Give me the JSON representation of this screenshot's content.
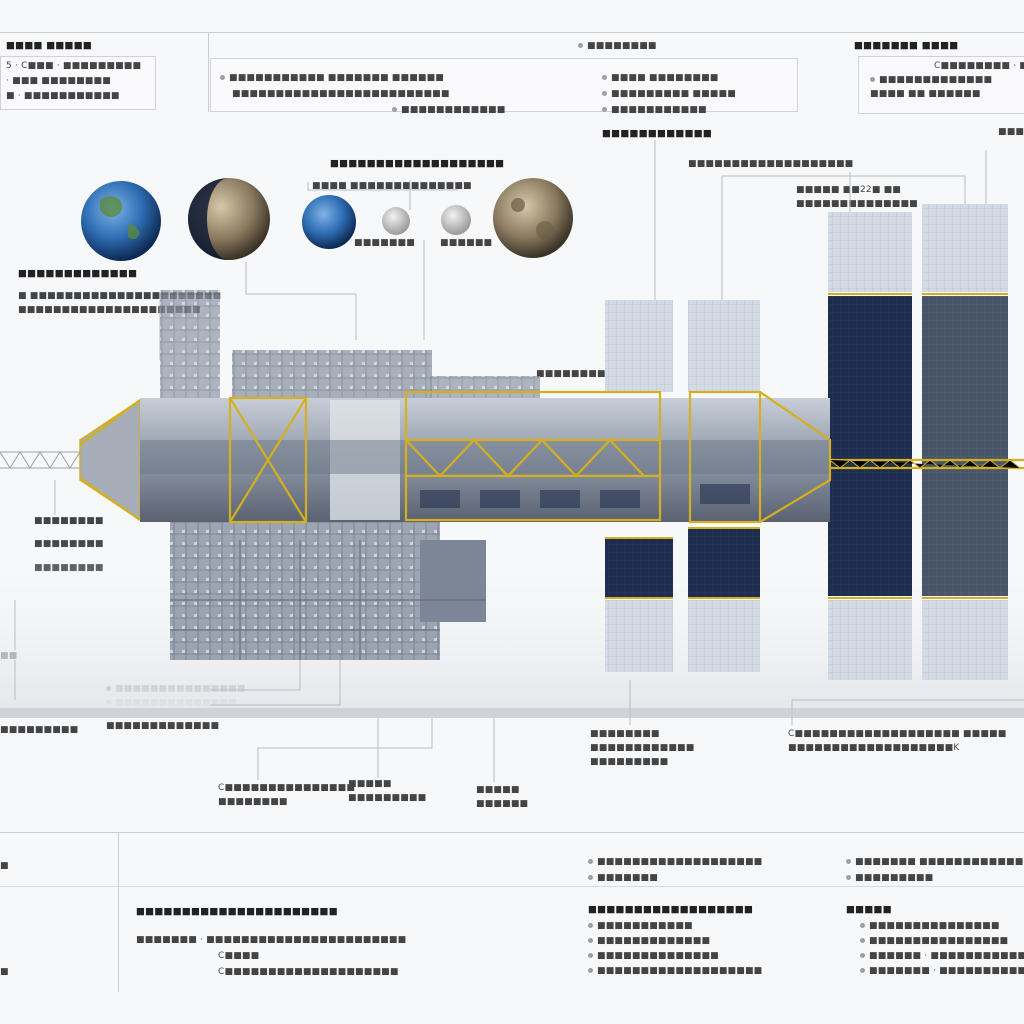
{
  "top_row": {
    "left_title": "■■■■ ■■■■■",
    "left_lines": [
      "5 · C■■■ · ■■■■■■■■■",
      "· ■■■ ■■■■■■■■",
      "■ · ■■■■■■■■■■■"
    ],
    "center_title": "■■■■■■■■",
    "center_lines": [
      "■■■■■■■■■■■ ■■■■■■■ ■■■■■■",
      "■■■■■■■■■■■■■■■■■■■■■■■■■",
      "■■■■■■■■■■■■"
    ],
    "center_right_lines": [
      "■■■■ ■■■■■■■■",
      "■■■■■■■■■ ■■■■■",
      "■■■■■■■■■■■"
    ],
    "right_title": "■■■■■■■ ■■■■",
    "right_lines": [
      "C■■■■■■■■ · ■■",
      "■■■■■■■■■■■■■",
      "■■■■ ■■ ■■■■■■"
    ],
    "far_right": "■■■"
  },
  "planets_header": "■■■■■■■■■■■■■■■■■■■",
  "planets_sub": "■■■■ ■■■■■■■■■■■■■■",
  "coin_label_1": "■■■■■■■",
  "coin_label_2": "■■■■■■",
  "solar_header_1": "■■■■■■■■■■■■",
  "solar_header_2": "■■■■■■■■■■■■■■■■■■■",
  "solar_value_1": "■■■■■ ■■22■ ■■",
  "solar_value_2": "■■■■■■■■■■■■■■",
  "left_module": {
    "title": "■■■■■■■■■■■■■",
    "lines": [
      "■ ■■■■■■■■■■■■■■■■■■■■■■",
      "■■■■■■■■■■■■■■■■■■■■■"
    ]
  },
  "truss_label": "■■■■■■■■",
  "left_side_labels": [
    "■■■■■■■■",
    "■■■■■■■■",
    "■■■■■■■■"
  ],
  "left_edge_label": "■■",
  "lower_left_legend": [
    "■■■■■■■■■■■■■■■",
    "■■■■■■■■■■■■■■",
    "■■■■■■■■■■■■■"
  ],
  "lower_far_left": "■■■■■■■■■",
  "bottom_callouts": [
    {
      "l1": "C■■■■■■■■■■■■■■■",
      "l2": "■■■■■■■■"
    },
    {
      "l1": "■■■■■",
      "l2": "■■■■■■■■■"
    },
    {
      "l1": "■■■■■",
      "l2": "■■■■■■"
    },
    {
      "l1": "■■■■■■■■",
      "l2": "■■■■■■■■■■■■",
      "l3": "■■■■■■■■■"
    },
    {
      "l1": "C■■■■■■■■■■■■■■■■■■■ ■■■■■",
      "l2": "■■■■■■■■■■■■■■■■■■■K"
    }
  ],
  "footer": {
    "left_title": "■■■■■■■■■■■■■■■■■■■■■■",
    "left_lines": [
      "■■■■■■■ · ■■■■■■■■■■■■■■■■■■■■■■■",
      "C■■■■",
      "C■■■■■■■■■■■■■■■■■■■■"
    ],
    "mid_lines_top": [
      "■■■■■■■■■■■■■■■■■■■",
      "■■■■■■■"
    ],
    "mid_title": "■■■■■■■■■■■■■■■■■■",
    "mid_lines": [
      "■■■■■■■■■■■",
      "■■■■■■■■■■■■■",
      "■■■■■■■■■■■■■■",
      "■■■■■■■■■■■■■■■■■■■"
    ],
    "right_lines_top": [
      "■■■■■■■ ■■■■■■■■■■■■■■■",
      "■■■■■■■■■"
    ],
    "right_title": "■■■■■",
    "right_lines": [
      "■■■■■■■■■■■■■■■",
      "■■■■■■■■■■■■■■■■",
      "■■■■■■ · ■■■■■■■■■■■■",
      "■■■■■■■ · ■■■■■■■■■■■■"
    ],
    "far_left": [
      "■",
      "■"
    ]
  },
  "colors": {
    "truss": "#d4af1e",
    "hull": "#8e97a6",
    "solar_dark": "#1e2c4e",
    "solar_light": "#c9d2de",
    "earth": "#2f6fb5",
    "moon": "#8a7a60"
  }
}
